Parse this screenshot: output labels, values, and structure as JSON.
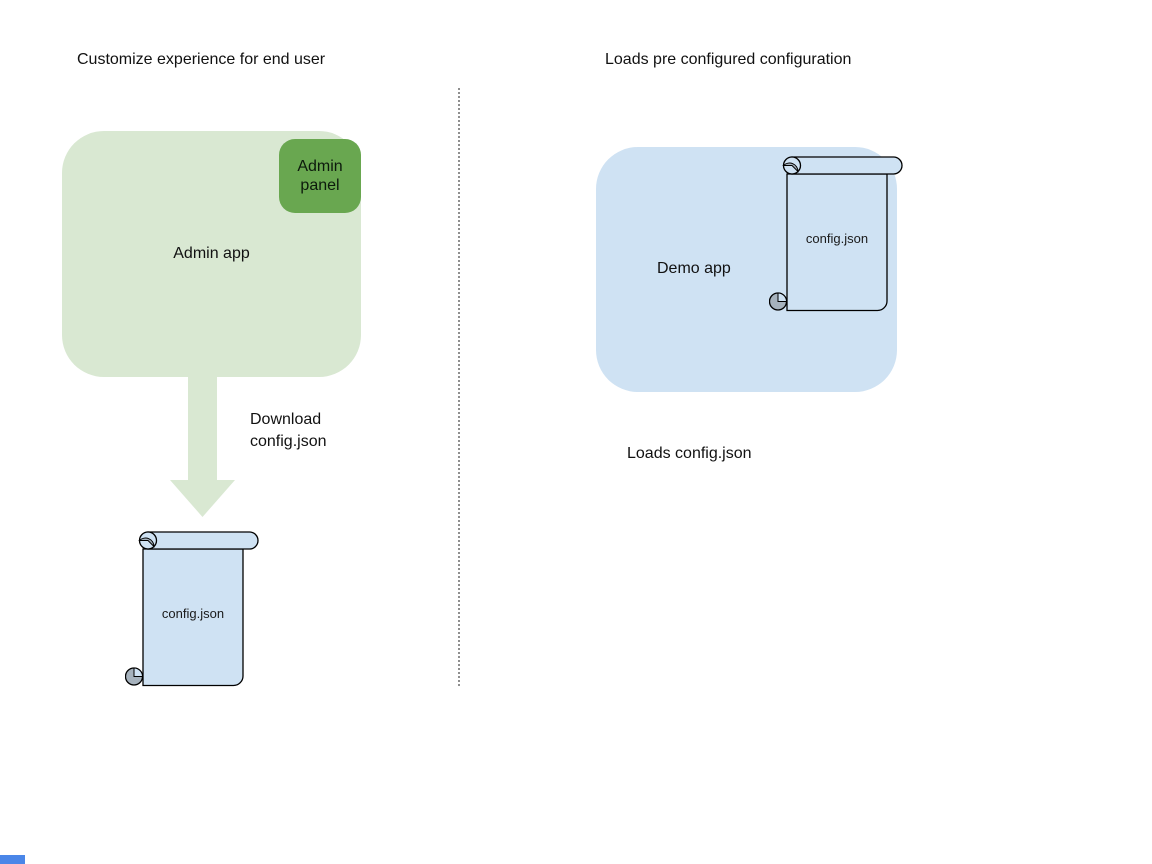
{
  "left_section": {
    "title": "Customize experience for end user",
    "admin_app": {
      "label": "Admin app",
      "fill": "#d9e8d2"
    },
    "admin_panel": {
      "label": "Admin panel",
      "fill": "#69a750"
    },
    "arrow": {
      "fill": "#d9e8d2",
      "label_line1": "Download",
      "label_line2": "config.json"
    },
    "config_file": {
      "label": "config.json",
      "fill": "#cfe2f3"
    }
  },
  "right_section": {
    "title": "Loads pre configured configuration",
    "demo_app": {
      "label": "Demo app",
      "fill": "#cfe2f3"
    },
    "config_file": {
      "label": "config.json",
      "fill": "#cfe2f3"
    },
    "caption": "Loads config.json"
  },
  "divider": {
    "color": "#8f8f8f"
  },
  "corner_accent": {
    "color": "#4a86e8"
  }
}
